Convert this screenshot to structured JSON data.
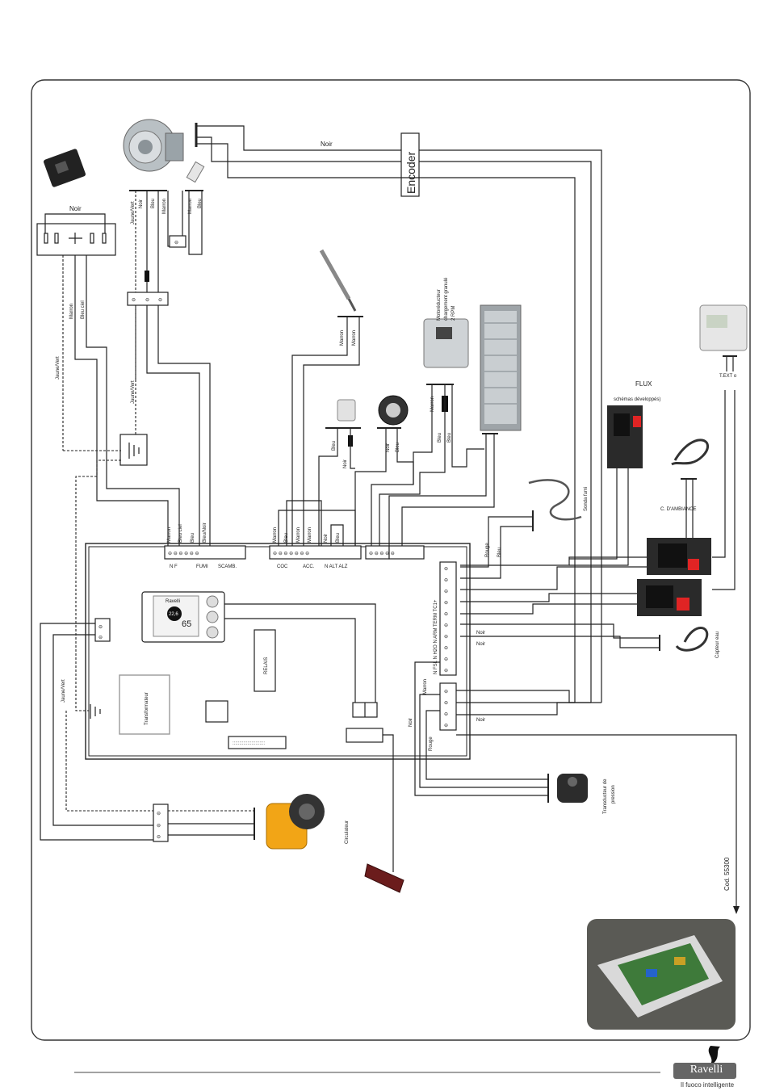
{
  "wires": {
    "noir": "Noir",
    "marron": "Marron",
    "bleu": "Bleu",
    "bleu_ciel": "Bleu ciel",
    "bleu_noir": "Bleu/Noir",
    "jaune_vert": "Jaune/Vert",
    "rouge": "Rouge"
  },
  "components": {
    "encoder": "Encoder",
    "motoreducteur": [
      "Motoréducteur",
      "chargement granulé",
      "2 RPM"
    ],
    "flux": "FLUX",
    "schemas": "schémas développés)",
    "text_o": "T.EXT o",
    "c_ambiance": "C. D'AMBIANCE",
    "sonda_fumi": "Sonda fumi",
    "capteur_eau": "Capteur eau",
    "relais": "RELAIS",
    "transformateur": "Transformateur",
    "circulateur": "Circulateur",
    "transducteur": [
      "Transducteur de",
      "pression"
    ],
    "cod": "Cod. 55300"
  },
  "terminals": {
    "top_left": "N F",
    "fumi": "FUMI",
    "scamb": "SCAMB.",
    "coc": "COC",
    "acc": "ACC.",
    "n_alt_alz": "N ALT ALZ",
    "right_col": "N FSL N H2O N ARM TERM TC1+"
  },
  "display": {
    "brand": "Ravelli",
    "temp": "22,6",
    "value": "65"
  },
  "footer": {
    "brand": "Ravelli",
    "tagline": "Il fuoco intelligente"
  }
}
